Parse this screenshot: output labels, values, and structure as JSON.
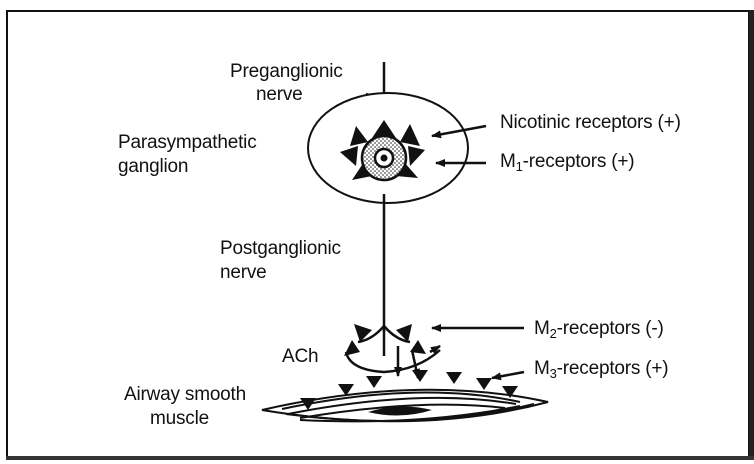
{
  "labels": {
    "preganglionic_1": "Preganglionic",
    "preganglionic_2": "nerve",
    "ganglion_1": "Parasympathetic",
    "ganglion_2": "ganglion",
    "nicotinic": "Nicotinic receptors (+)",
    "m1_prefix": "M",
    "m1_sub": "1",
    "m1_suffix": "-receptors (+)",
    "postganglionic_1": "Postganglionic",
    "postganglionic_2": "nerve",
    "m2_prefix": "M",
    "m2_sub": "2",
    "m2_suffix": "-receptors (-)",
    "ach": "ACh",
    "m3_prefix": "M",
    "m3_sub": "3",
    "m3_suffix": "-receptors (+)",
    "airway_1": "Airway smooth",
    "airway_2": "muscle"
  },
  "colors": {
    "ink": "#111111",
    "paper": "#ffffff",
    "stipple": "#bfbfbf"
  }
}
